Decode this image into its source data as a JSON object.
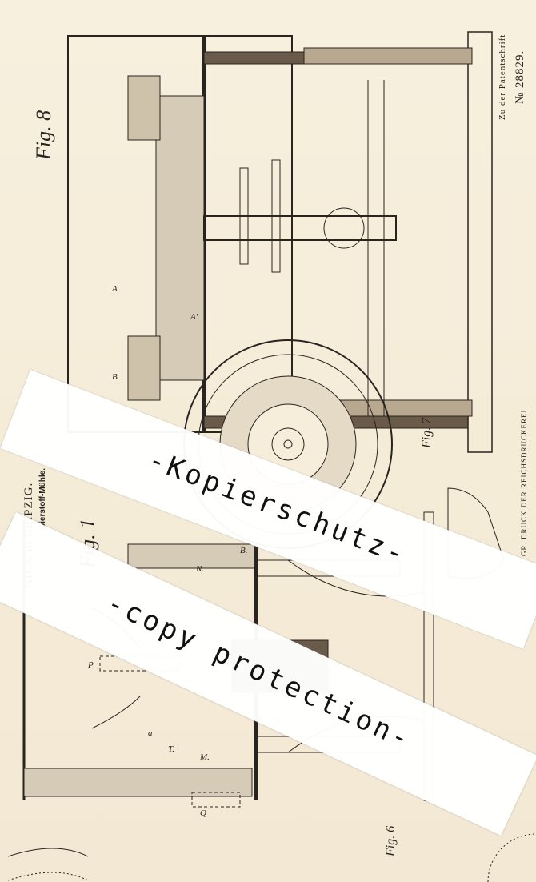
{
  "header": {
    "title": "NICK in LEIPZIG.",
    "subtitle": "pierstoff-Mühle."
  },
  "figures": {
    "fig8": "Fig. 8",
    "fig1": "Fig. 1",
    "fig7": "Fig. 7",
    "fig6": "Fig. 6"
  },
  "patent": {
    "reference": "Zu der Patentschrift",
    "number": "№ 28829."
  },
  "printer": "GR. DRUCK DER REICHSDRUCKEREI.",
  "labels": {
    "A": "A",
    "B": "B",
    "A1": "A'",
    "B1": "B.",
    "N": "N.",
    "P": "P",
    "a": "a",
    "M": "M.",
    "Q": "Q",
    "T": "T."
  },
  "watermarks": {
    "de": "-Kopierschutz-",
    "en": "-copy protection-"
  }
}
